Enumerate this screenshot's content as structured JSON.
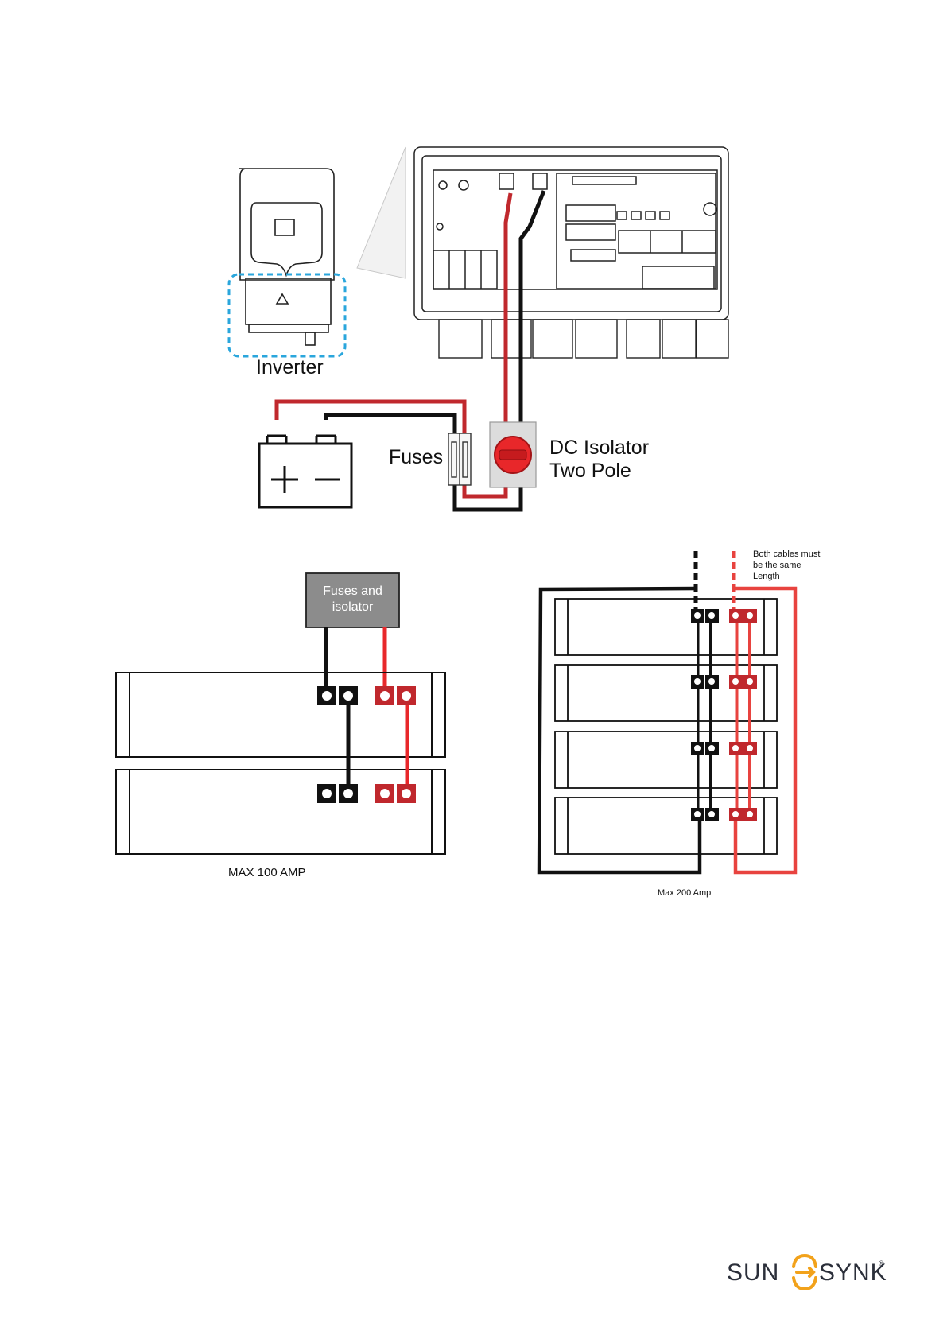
{
  "labels": {
    "inverter": "Inverter",
    "fuses": "Fuses",
    "isolator_line1": "DC Isolator",
    "isolator_line2": "Two Pole",
    "fuses_box_line1": "Fuses and",
    "fuses_box_line2": "isolator",
    "max_100": "MAX 100 AMP",
    "max_200": "Max 200 Amp",
    "note_line1": "Both cables must",
    "note_line2": "be the same",
    "note_line3": "Length"
  },
  "logo": {
    "left": "SUN",
    "right": "SYNK",
    "mark": "®"
  },
  "colors": {
    "positive": "#c0282d",
    "positive_light": "#e8433f",
    "negative": "#111111",
    "highlight": "#2aa6dc",
    "logo_orange": "#f2a21b",
    "box_grey": "#8c8c8c"
  }
}
